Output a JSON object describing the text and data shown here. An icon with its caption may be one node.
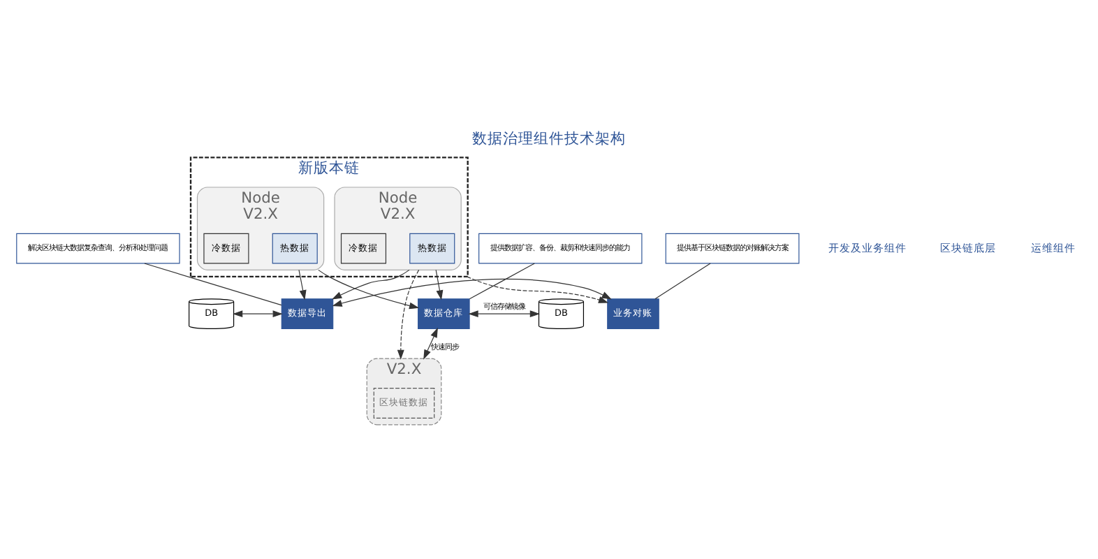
{
  "diagram": {
    "title": "数据治理组件技术架构",
    "nodes": [
      {
        "text": [
          "解决区块链大数据复杂查询、分析和处理问题"
        ]
      },
      {
        "text": [
          "提供基于区块链数据的对账解决方案"
        ]
      },
      {
        "text": [
          "DB"
        ]
      },
      {
        "text": [
          "数据导出"
        ]
      },
      {
        "text": [
          "业务对账"
        ]
      },
      {
        "text": [
          "V2.X"
        ]
      },
      {
        "text": [
          "区块链数据"
        ],
        "in": 5
      },
      {
        "text": [
          "新版本链"
        ]
      },
      {
        "text": [
          "Node",
          "V2.X"
        ],
        "in": 7
      },
      {
        "text": [
          "热数据"
        ],
        "in": 8
      },
      {
        "text": [
          "冷数据"
        ],
        "in": 8
      },
      {
        "text": [
          "Node",
          "V2.X"
        ],
        "in": 7
      },
      {
        "text": [
          "热数据"
        ],
        "in": 11
      },
      {
        "text": [
          "冷数据"
        ],
        "in": 11
      },
      {
        "text": [
          "数据仓库"
        ]
      },
      {
        "text": [
          "DB"
        ]
      },
      {
        "text": [
          "提供数据扩容、备份、裁剪和快速同步的能力"
        ]
      }
    ],
    "edges": [
      {
        "from": 0,
        "to": 3,
        "arrow": "none"
      },
      {
        "from": 1,
        "to": 4,
        "arrow": "none"
      },
      {
        "from": 2,
        "to": 3,
        "arrow": "both"
      },
      {
        "from": 3,
        "to": 4,
        "arrow": "both"
      },
      {
        "from": 8,
        "to": 3,
        "arrow": "to"
      },
      {
        "from": 11,
        "to": 3,
        "arrow": "to"
      },
      {
        "from": 7,
        "to": 4,
        "arrow": "to",
        "style": "dashed"
      },
      {
        "from": 8,
        "to": 5,
        "arrow": "to",
        "style": "dashed"
      },
      {
        "from": 8,
        "to": 14,
        "arrow": "to"
      },
      {
        "from": 11,
        "to": 14,
        "arrow": "to"
      },
      {
        "from": 14,
        "to": 5,
        "arrow": "both",
        "label": "快速同步"
      },
      {
        "from": 14,
        "to": 15,
        "arrow": "both",
        "label": "可信存储镜像"
      },
      {
        "from": 16,
        "to": 14,
        "arrow": "none"
      }
    ],
    "labels": [
      "开发及业务组件",
      "区块链底层",
      "运维组件"
    ]
  }
}
